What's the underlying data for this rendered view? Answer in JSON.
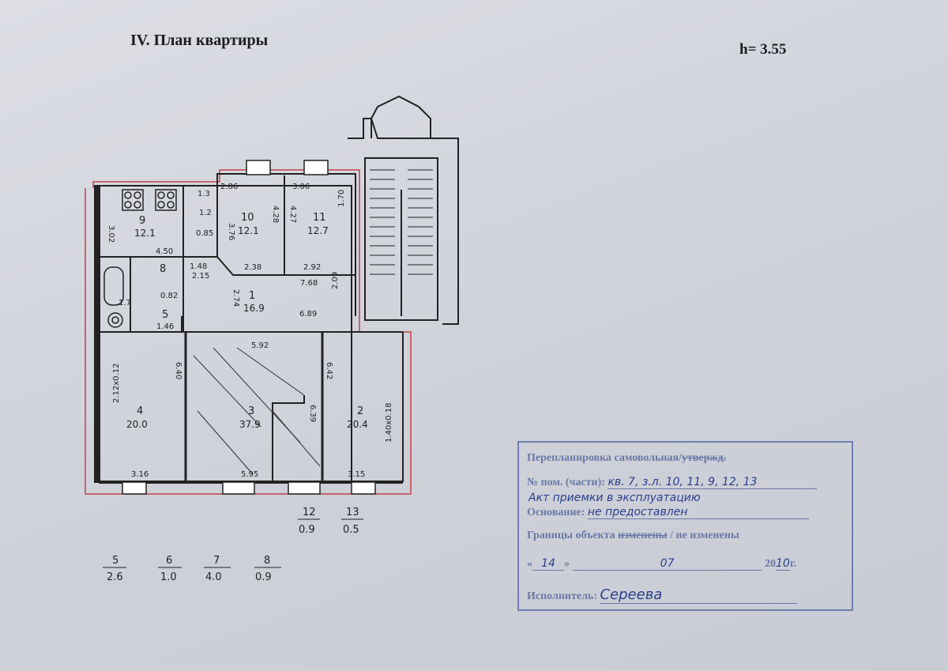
{
  "header": {
    "title": "IV. План квартиры",
    "ceiling_height": "h= 3.55"
  },
  "rooms": [
    {
      "num": "1",
      "area": "16.9"
    },
    {
      "num": "2",
      "area": "20.4"
    },
    {
      "num": "3",
      "area": "37.9"
    },
    {
      "num": "4",
      "area": "20.0"
    },
    {
      "num": "5",
      "area": ""
    },
    {
      "num": "8",
      "area": ""
    },
    {
      "num": "9",
      "area": "12.1"
    },
    {
      "num": "10",
      "area": "12.1"
    },
    {
      "num": "11",
      "area": "12.7"
    }
  ],
  "dimensions": [
    "2.86",
    "3.06",
    "1.70",
    "3.76",
    "4.28",
    "4.27",
    "3.02",
    "4.50",
    "1.48",
    "2.15",
    "2.38",
    "2.92",
    "7.68",
    "2.74",
    "2.09",
    "6.89",
    "1.46",
    "5.92",
    "2.12x0.12",
    "6.40",
    "6.42",
    "6.39",
    "1.40x0.18",
    "3.16",
    "5.95",
    "3.15",
    "0.85",
    "1.3",
    "1.2",
    "0.82",
    "1.7"
  ],
  "legend_top": [
    {
      "num": "12",
      "area": "0.9"
    },
    {
      "num": "13",
      "area": "0.5"
    }
  ],
  "legend_bottom": [
    {
      "num": "5",
      "area": "2.6"
    },
    {
      "num": "6",
      "area": "1.0"
    },
    {
      "num": "7",
      "area": "4.0"
    },
    {
      "num": "8",
      "area": "0.9"
    }
  ],
  "stamp": {
    "line1_prefix": "Перепланировка самовольная/",
    "line1_struck": "утвержд.",
    "line2_label": "№ пом. (части):",
    "line2_value": "кв. 7, з.л. 10, 11, 9, 12, 13",
    "line3_above": "Акт приемки в эксплуатацию",
    "line3_label": "Основание:",
    "line3_value": "не предоставлен",
    "line4_prefix": "Границы объекта ",
    "line4_struck": "изменены",
    "line4_suffix": " / не изменены",
    "date_open": "«",
    "date_day": "14",
    "date_close": "»",
    "date_month": "07",
    "date_year_prefix": "20",
    "date_year_hand": "10",
    "date_suffix": "г.",
    "exec_label": "Исполнитель:",
    "exec_signature": "Сереева"
  },
  "colors": {
    "line": "#222222",
    "boundary": "#c0404a",
    "stamp": "#6a78a6",
    "ink": "#2a3f8c"
  }
}
